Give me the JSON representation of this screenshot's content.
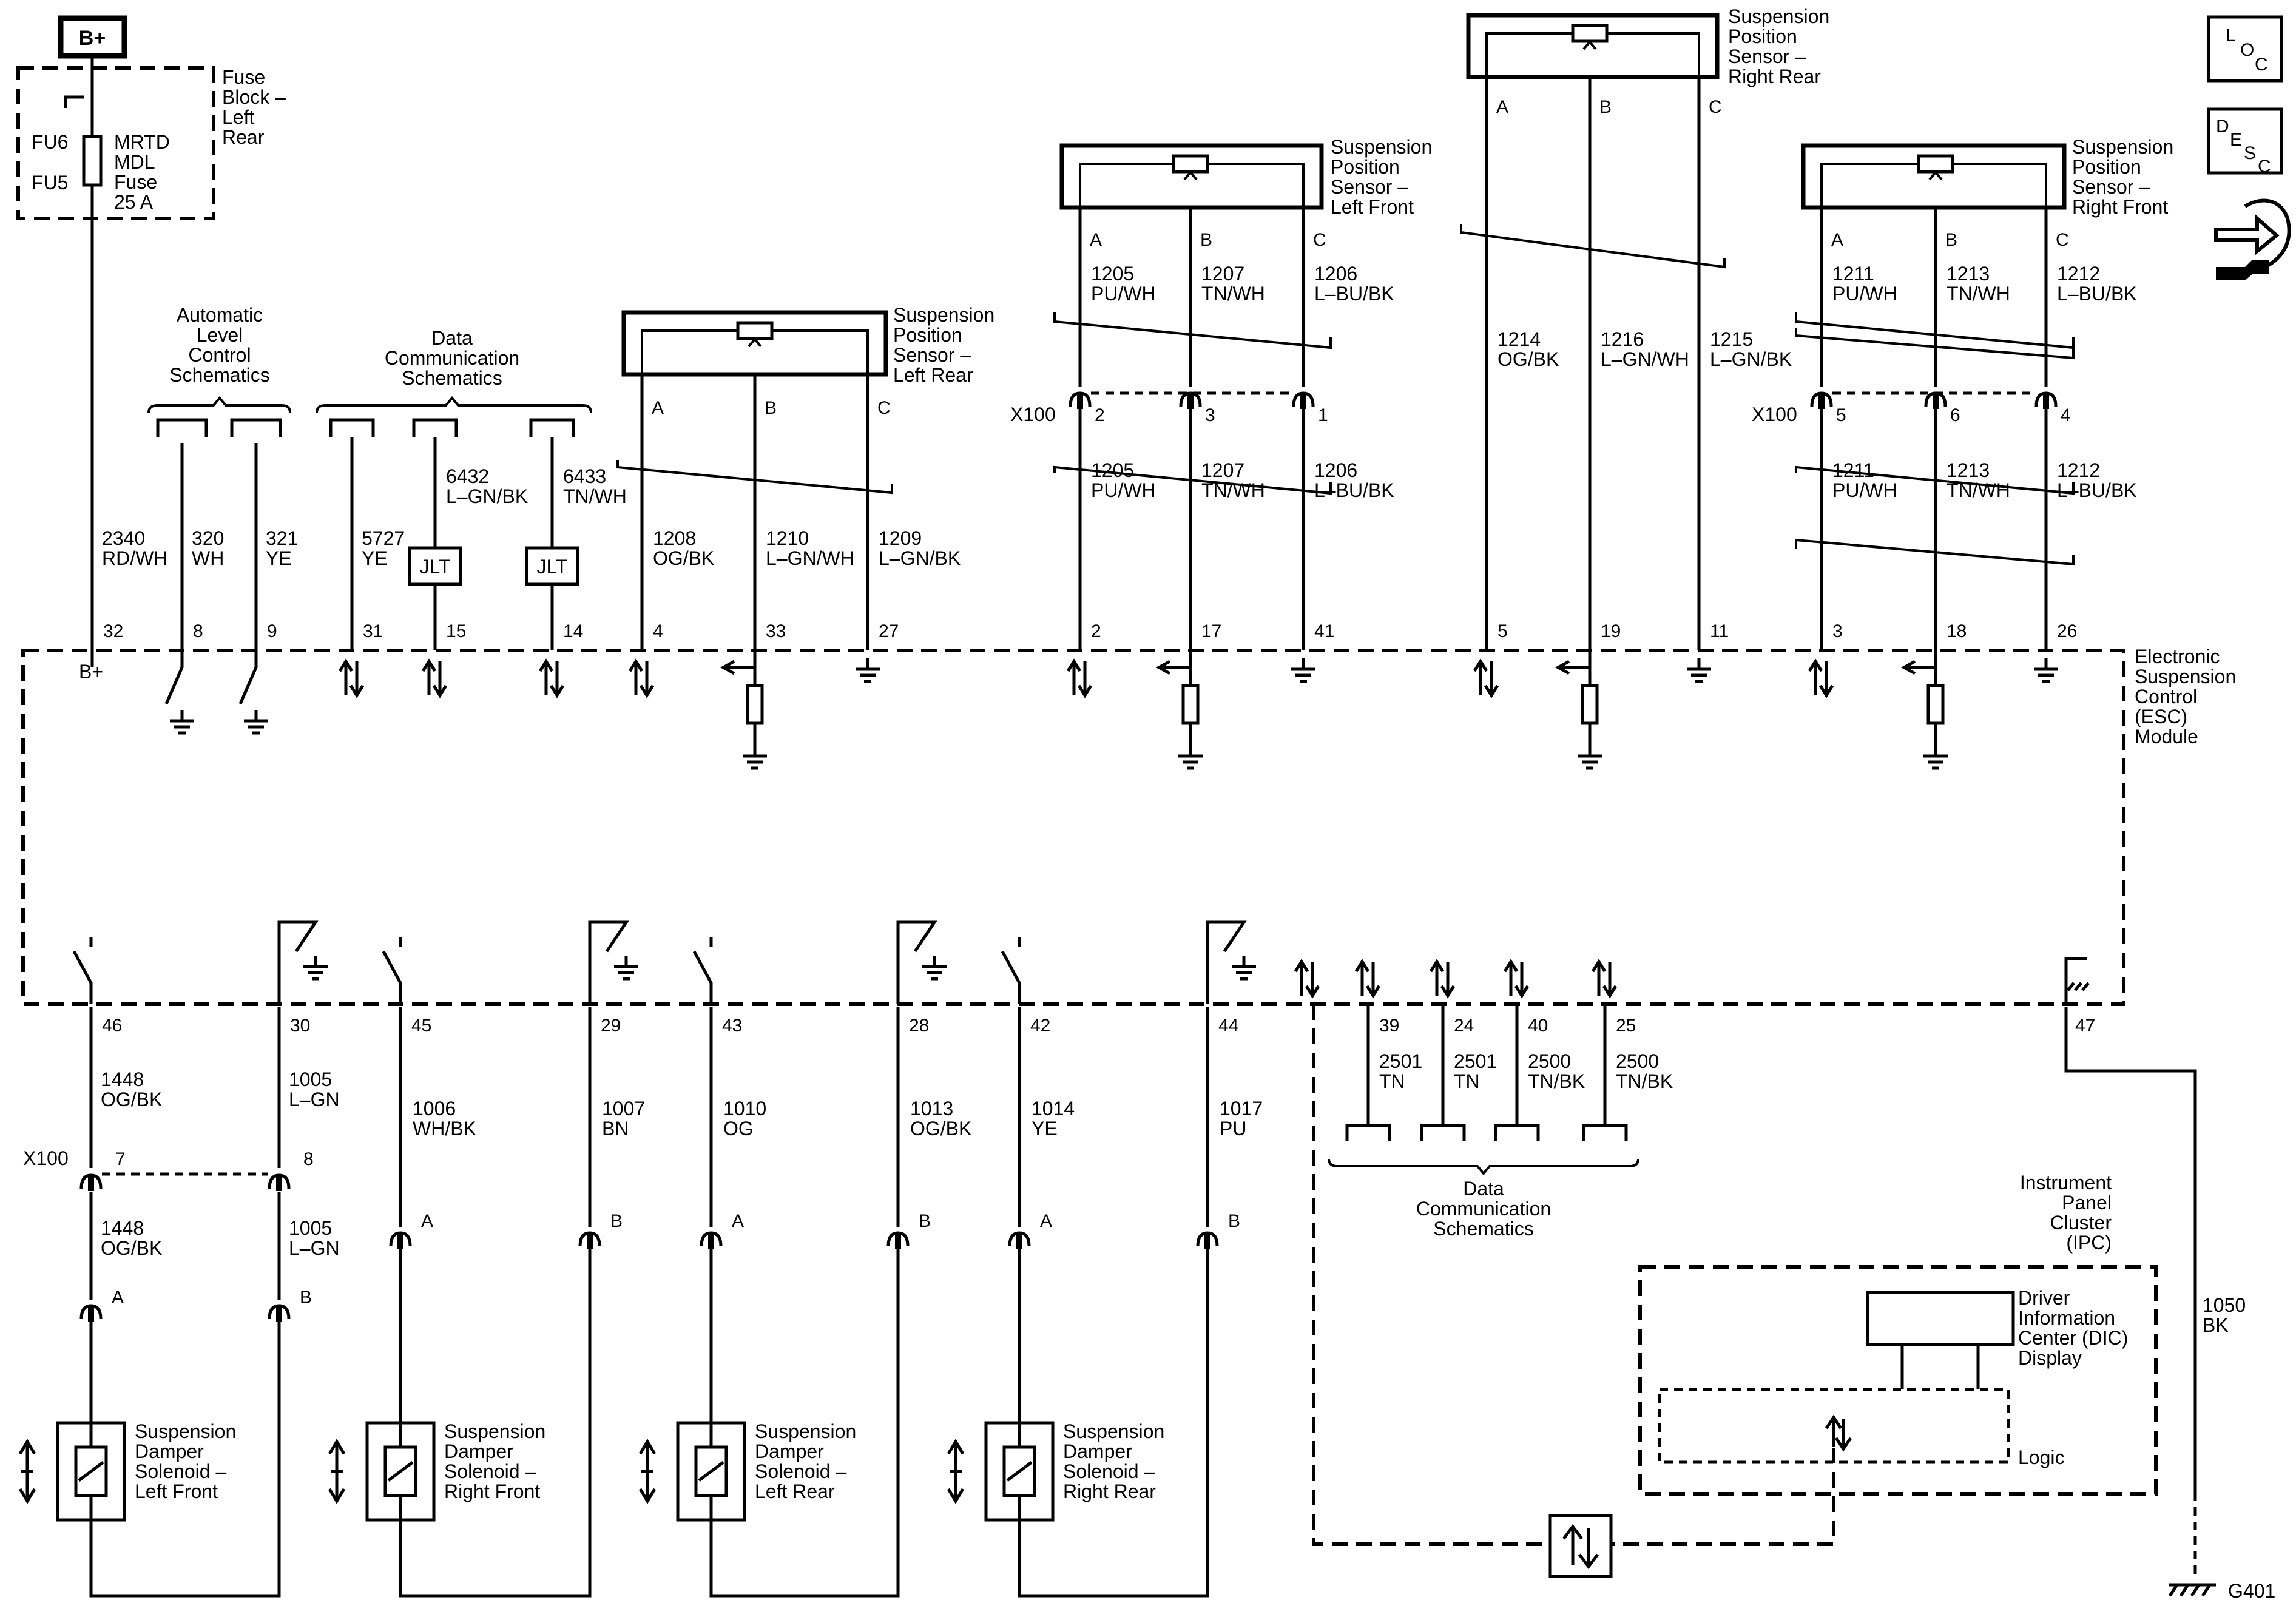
{
  "battery": "B+",
  "fuse_block": {
    "title": [
      "Fuse",
      "Block –",
      "Left",
      "Rear"
    ],
    "fuse_ids": [
      "FU6",
      "FU5"
    ],
    "fuse": [
      "MRTD",
      "MDL",
      "Fuse",
      "25 A"
    ]
  },
  "legend": {
    "loc": [
      "L",
      "O",
      "C"
    ],
    "desc": [
      "D",
      "E",
      "S",
      "C"
    ]
  },
  "module": {
    "title": [
      "Electronic",
      "Suspension",
      "Control",
      "(ESC)",
      "Module"
    ],
    "bplus": "B+"
  },
  "refs": {
    "auto_level": [
      "Automatic",
      "Level",
      "Control",
      "Schematics"
    ],
    "data_comm": [
      "Data",
      "Communication",
      "Schematics"
    ]
  },
  "jlt": "JLT",
  "connector_x100": "X100",
  "sensor_name": [
    "Suspension",
    "Position",
    "Sensor –"
  ],
  "sensors": [
    {
      "side": "Left Rear",
      "pins": [
        "A",
        "B",
        "C"
      ],
      "wires": [
        "1208\nOG/BK",
        "1210\nL–GN/WH",
        "1209\nL–GN/BK"
      ],
      "esc_pins": [
        "4",
        "33",
        "27"
      ]
    },
    {
      "side": "Left Front",
      "pins": [
        "A",
        "B",
        "C"
      ],
      "wires_top": [
        "1205\nPU/WH",
        "1207\nTN/WH",
        "1206\nL–BU/BK"
      ],
      "x100": [
        "2",
        "3",
        "1"
      ],
      "wires": [
        "1205\nPU/WH",
        "1207\nTN/WH",
        "1206\nL–BU/BK"
      ],
      "esc_pins": [
        "2",
        "17",
        "41"
      ]
    },
    {
      "side": "Right Rear",
      "pins": [
        "A",
        "B",
        "C"
      ],
      "wires": [
        "1214\nOG/BK",
        "1216\nL–GN/WH",
        "1215\nL–GN/BK"
      ],
      "esc_pins": [
        "5",
        "19",
        "11"
      ]
    },
    {
      "side": "Right Front",
      "pins": [
        "A",
        "B",
        "C"
      ],
      "wires_top": [
        "1211\nPU/WH",
        "1213\nTN/WH",
        "1212\nL–BU/BK"
      ],
      "x100": [
        "5",
        "6",
        "4"
      ],
      "wires": [
        "1211\nPU/WH",
        "1213\nTN/WH",
        "1212\nL–BU/BK"
      ],
      "esc_pins": [
        "3",
        "18",
        "26"
      ]
    }
  ],
  "top_wires": [
    {
      "circuit": "2340\nRD/WH",
      "pin": "32"
    },
    {
      "circuit": "320\nWH",
      "pin": "8"
    },
    {
      "circuit": "321\nYE",
      "pin": "9"
    },
    {
      "circuit": "5727\nYE",
      "pin": "31"
    },
    {
      "circuit": "6432\nL–GN/BK",
      "pin": "15"
    },
    {
      "circuit": "6433\nTN/WH",
      "pin": "14"
    }
  ],
  "bottom_wires": [
    {
      "pin": "46",
      "circuit": "1448\nOG/BK",
      "x100": "7",
      "circuit2": "1448\nOG/BK",
      "conn": "A"
    },
    {
      "pin": "30",
      "circuit": "1005\nL–GN",
      "x100": "8",
      "circuit2": "1005\nL–GN",
      "conn": "B"
    },
    {
      "pin": "45",
      "circuit": "1006\nWH/BK",
      "conn": "A"
    },
    {
      "pin": "29",
      "circuit": "1007\nBN",
      "conn": "B"
    },
    {
      "pin": "43",
      "circuit": "1010\nOG",
      "conn": "A"
    },
    {
      "pin": "28",
      "circuit": "1013\nOG/BK",
      "conn": "B"
    },
    {
      "pin": "42",
      "circuit": "1014\nYE",
      "conn": "A"
    },
    {
      "pin": "44",
      "circuit": "1017\nPU",
      "conn": "B"
    }
  ],
  "solenoid_name": [
    "Suspension",
    "Damper",
    "Solenoid –"
  ],
  "solenoids": [
    "Left Front",
    "Right Front",
    "Left Rear",
    "Right Rear"
  ],
  "data_bus": [
    {
      "pin": "39",
      "circuit": "2501\nTN"
    },
    {
      "pin": "24",
      "circuit": "2501\nTN"
    },
    {
      "pin": "40",
      "circuit": "2500\nTN/BK"
    },
    {
      "pin": "25",
      "circuit": "2500\nTN/BK"
    }
  ],
  "ground_pin": "47",
  "ground_wire": "1050\nBK",
  "ground_id": "G401",
  "ipc": {
    "title": [
      "Instrument",
      "Panel",
      "Cluster",
      "(IPC)"
    ],
    "dic": [
      "Driver",
      "Information",
      "Center (DIC)",
      "Display"
    ],
    "logic": "Logic"
  }
}
